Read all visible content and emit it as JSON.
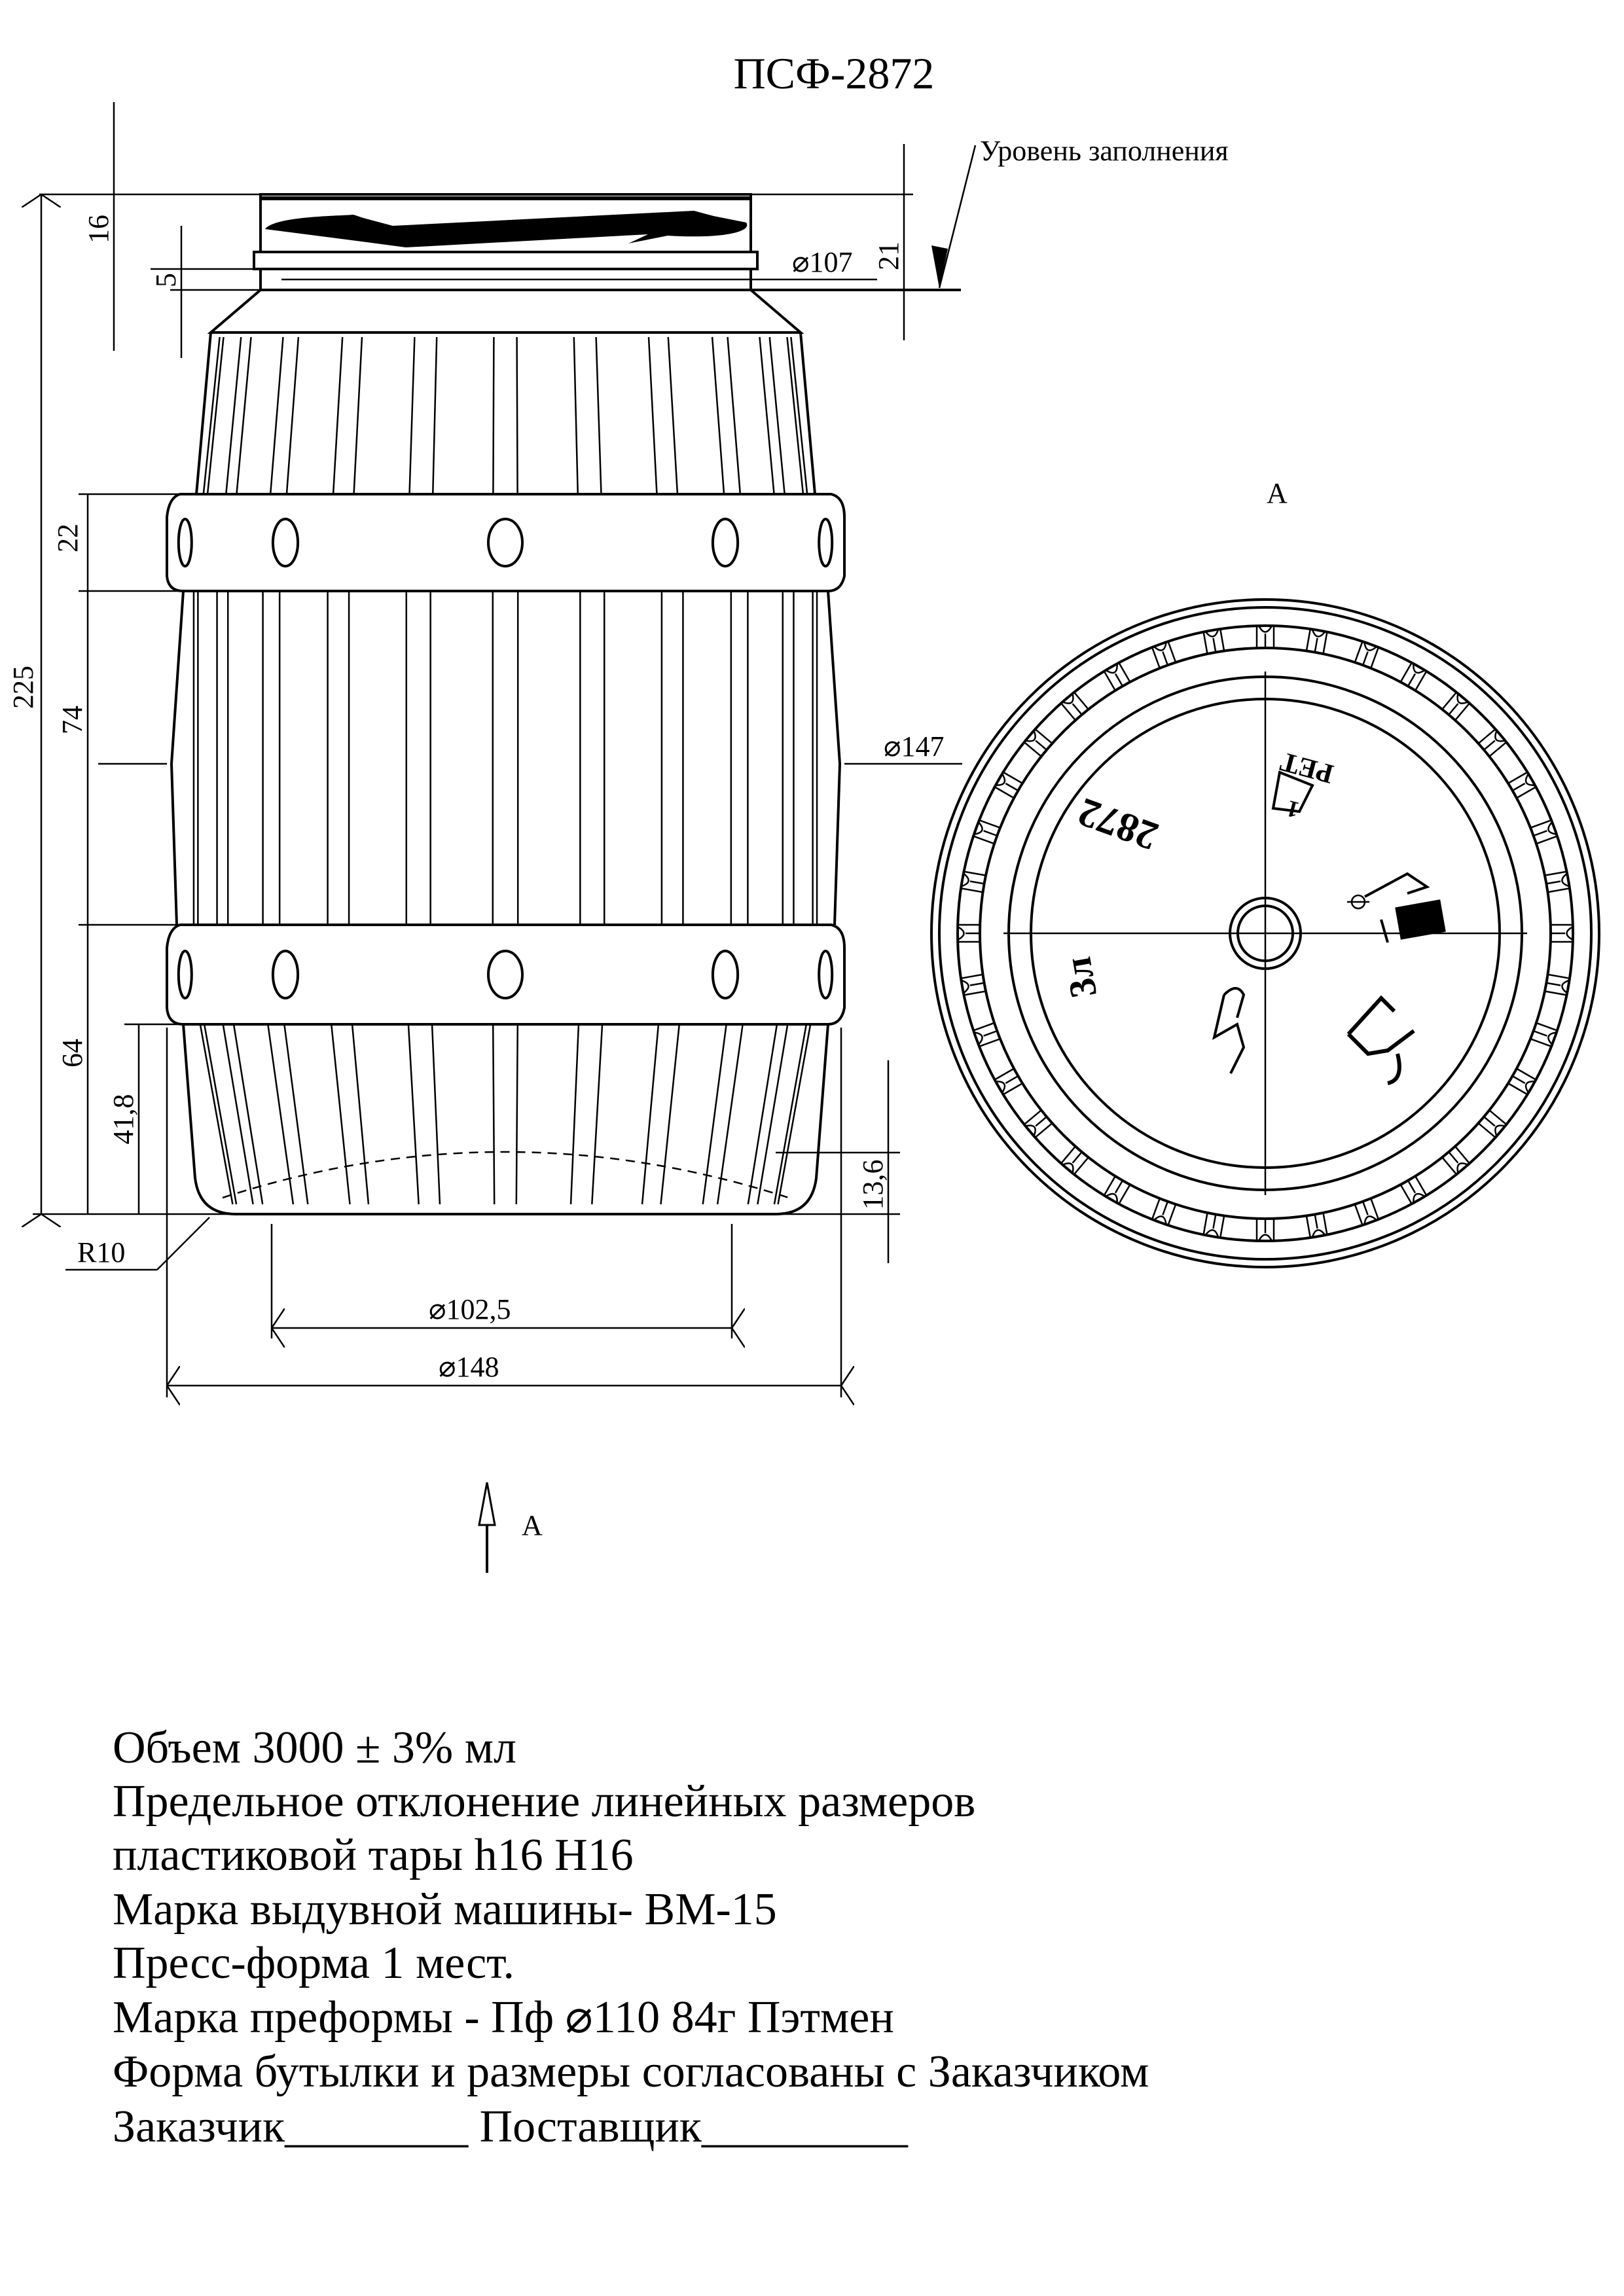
{
  "title": "ПСФ-2872",
  "fill_level_label": "Уровень заполнения",
  "view_label": "А",
  "view_arrow_label": "А",
  "dimensions": {
    "neck_height": "16",
    "ring_height": "5",
    "band_height": "22",
    "total_height": "225",
    "mid_height": "74",
    "lower_height": "64",
    "lower_band_height": "41,8",
    "fill_level": "21",
    "base_depth": "13,6",
    "neck_diameter": "⌀107",
    "body_diameter": "⌀147",
    "bottom_radius": "R10",
    "base_diameter": "⌀102,5",
    "max_diameter": "⌀148"
  },
  "bottom_marks": {
    "number": "2872",
    "volume": "3л",
    "material": "PET",
    "recycle_code": "1"
  },
  "notes": [
    "Объем 3000 ± 3% мл",
    "Предельное отклонение линейных размеров",
    "пластиковой тары h16 H16",
    "Марка выдувной машины- ВМ-15",
    "Пресс-форма 1 мест.",
    "Марка преформы - Пф ⌀110 84г Пэтмен",
    "Форма бутылки и размеры согласованы с Заказчиком",
    "Заказчик________  Поставщик_________"
  ]
}
